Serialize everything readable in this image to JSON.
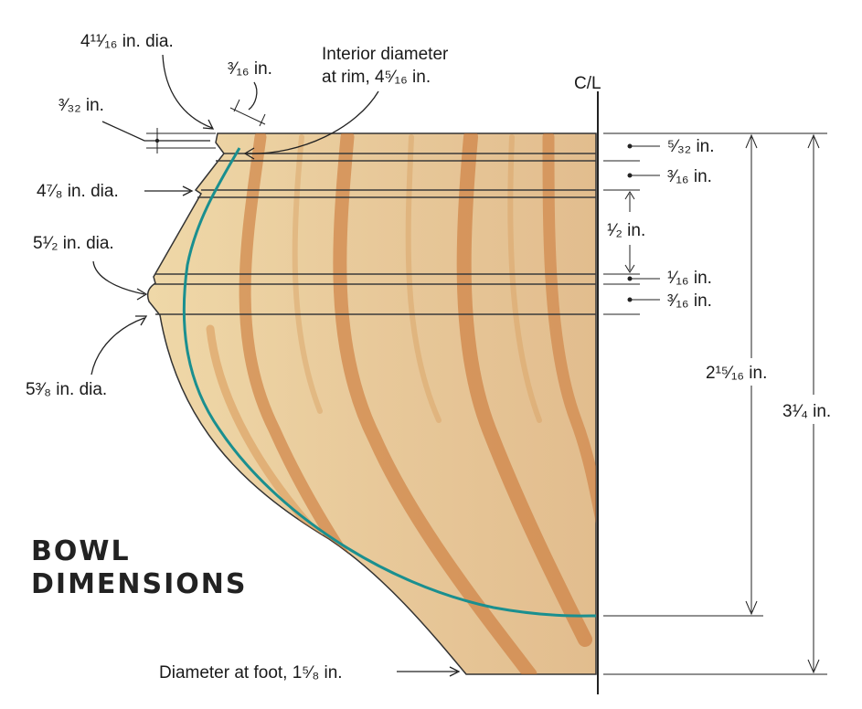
{
  "title": {
    "line1": "BOWL",
    "line2": "DIMENSIONS"
  },
  "centerline": "C/L",
  "labels": {
    "rim_dia": "4¹¹⁄₁₆ in. dia.",
    "wall": "³⁄₁₆ in.",
    "interior": "Interior diameter",
    "interior2": "at rim, 4⁵⁄₁₆ in.",
    "lip": "³⁄₃₂ in.",
    "bead1_dia": "4⁷⁄₈ in. dia.",
    "shoulder_dia": "5¹⁄₂ in. dia.",
    "bead2_dia": "5³⁄₈ in. dia.",
    "foot": "Diameter at foot, 1⁵⁄₈ in.",
    "r1": "⁵⁄₃₂ in.",
    "r2": "³⁄₁₆ in.",
    "r3": "¹⁄₂ in.",
    "r4": "¹⁄₁₆ in.",
    "r5": "³⁄₁₆ in.",
    "depth_inner": "2¹⁵⁄₁₆ in.",
    "height": "3¹⁄₄ in."
  },
  "colors": {
    "wood_light": "#ecd3a0",
    "wood_grain": "#c9702e",
    "interior_line": "#1a8f8f"
  }
}
